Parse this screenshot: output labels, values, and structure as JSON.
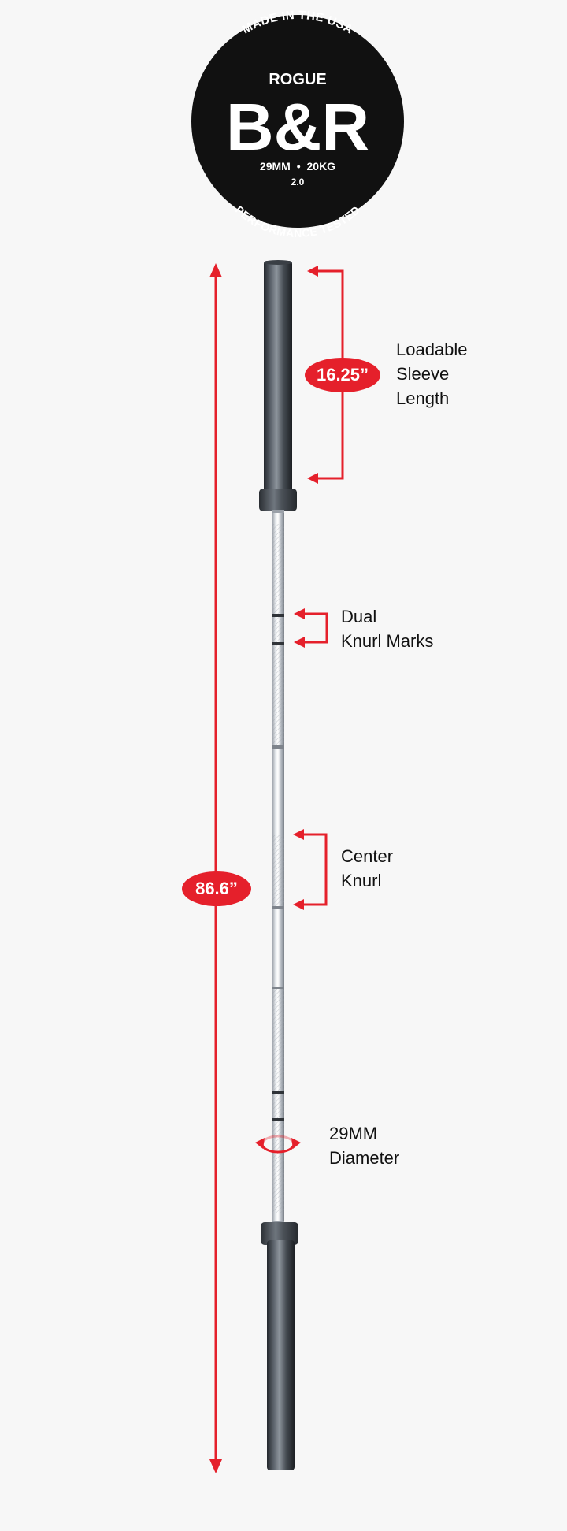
{
  "badge": {
    "top_arc_text": "MADE IN THE USA",
    "brand": "ROGUE",
    "model": "B&R",
    "spec_left": "29MM",
    "spec_separator": "•",
    "spec_right": "20KG",
    "version": "2.0",
    "bottom_arc_text": "PERFORMANCE TESTED"
  },
  "dimensions": {
    "overall_length": "86.6”",
    "sleeve_length": "16.25”"
  },
  "labels": {
    "sleeve": [
      "Loadable",
      "Sleeve",
      "Length"
    ],
    "knurl_marks": [
      "Dual",
      "Knurl Marks"
    ],
    "center_knurl": [
      "Center",
      "Knurl"
    ],
    "diameter": [
      "29MM",
      "Diameter"
    ]
  },
  "colors": {
    "accent": "#e5202b",
    "background": "#f7f7f7",
    "badge": "#111111",
    "sleeve_steel": "#4a5058",
    "shaft_steel": "#c9ced5"
  }
}
